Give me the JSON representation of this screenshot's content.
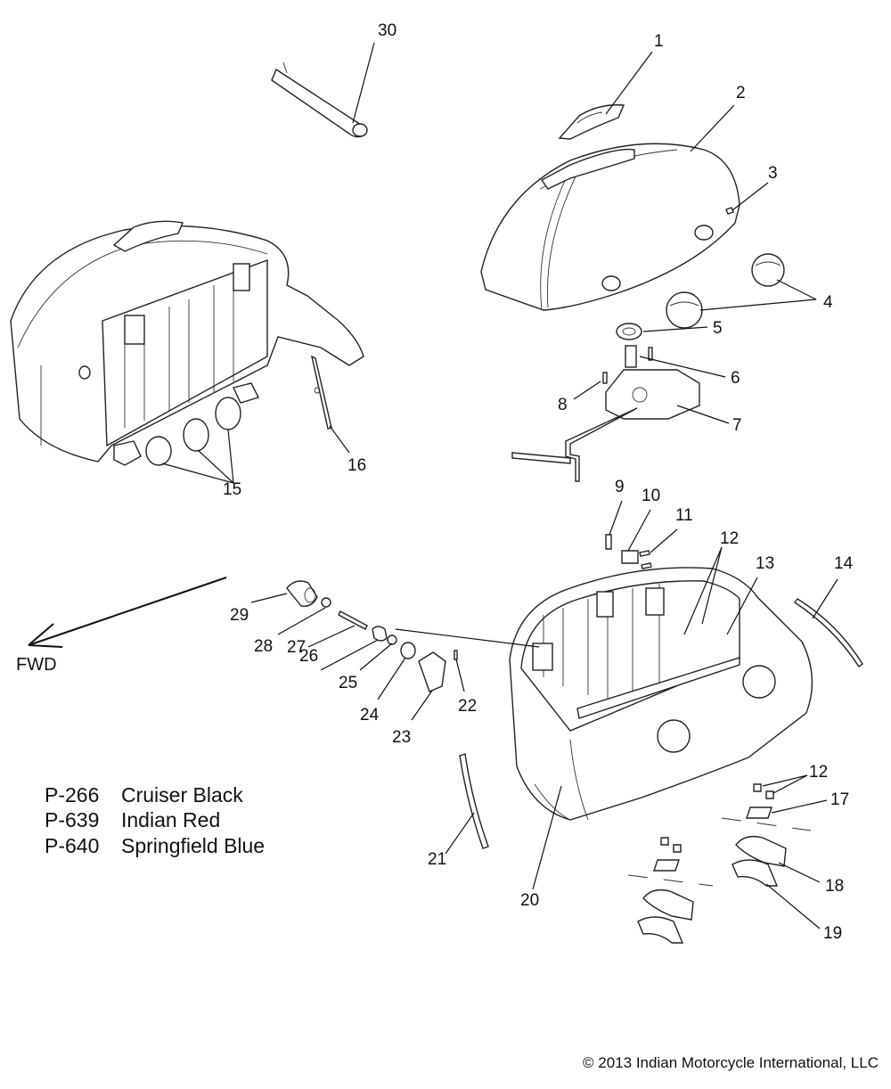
{
  "callouts": [
    "1",
    "2",
    "3",
    "4",
    "5",
    "6",
    "7",
    "8",
    "9",
    "10",
    "11",
    "12",
    "13",
    "14",
    "15",
    "16",
    "17",
    "18",
    "19",
    "20",
    "21",
    "22",
    "23",
    "24",
    "25",
    "26",
    "27",
    "28",
    "29",
    "30"
  ],
  "callout_12_repeat": "12",
  "direction_label": "FWD",
  "color_codes": [
    {
      "code": "P-266",
      "name": "Cruiser Black"
    },
    {
      "code": "P-639",
      "name": "Indian Red"
    },
    {
      "code": "P-640",
      "name": "Springfield Blue"
    }
  ],
  "copyright": "© 2013 Indian Motorcycle International, LLC"
}
